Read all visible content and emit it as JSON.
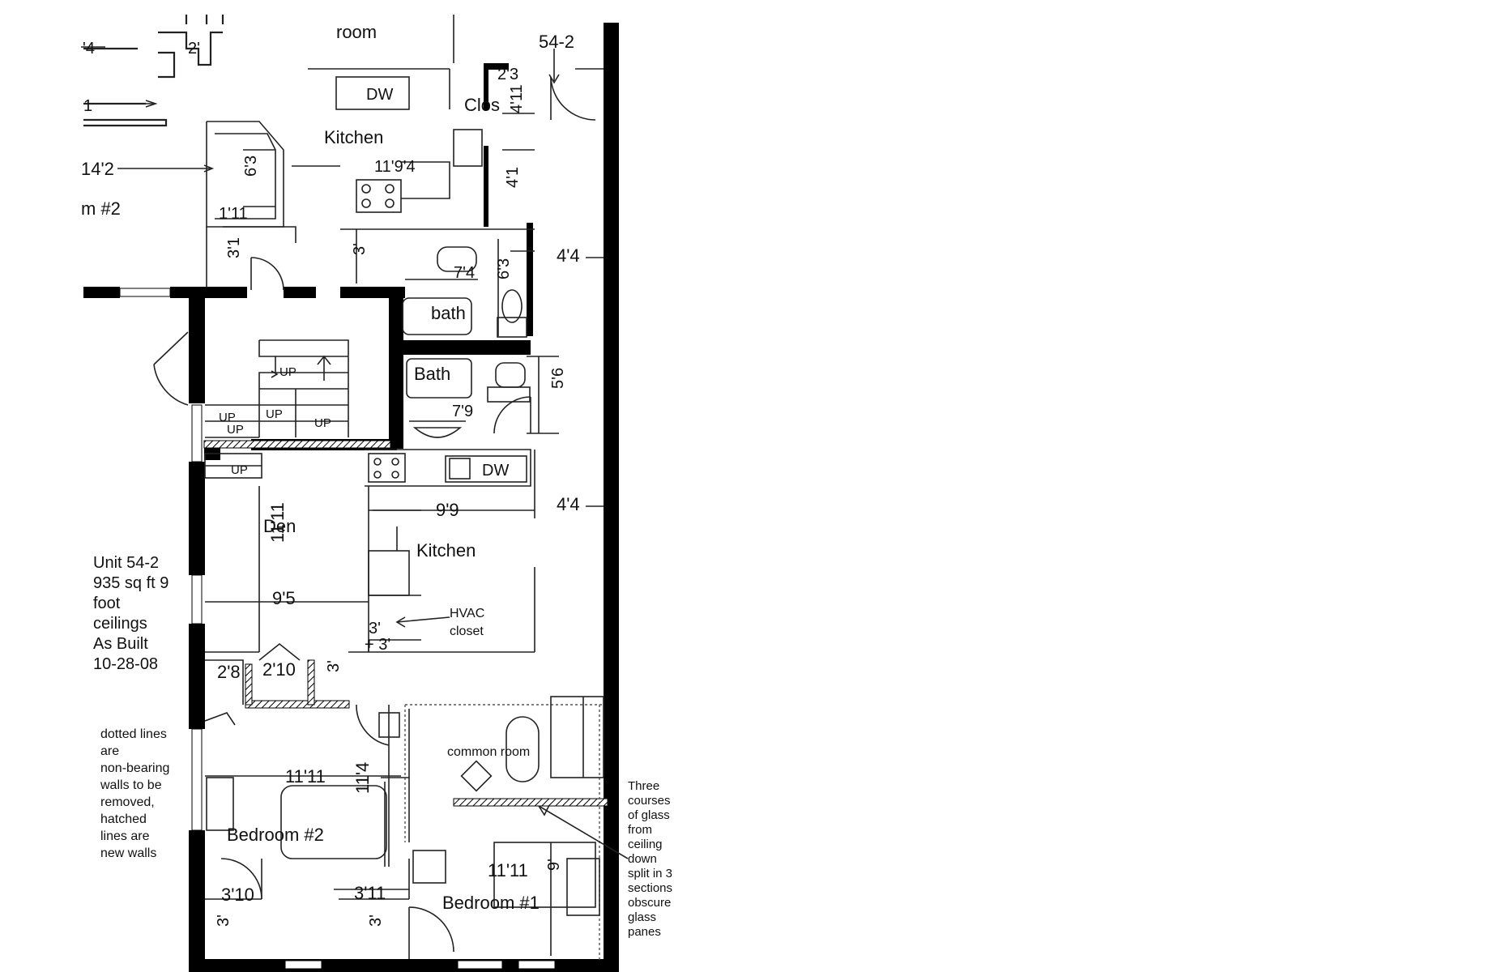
{
  "labels": {
    "room_top": "room",
    "unit_top": "54-2",
    "dim_2_3": "2'3",
    "dim_4_top": "'4",
    "dim_2_top": "2'",
    "dim_1": "1",
    "dim_14_2": "14'2",
    "room_2_partial": "m #2",
    "closet_partial": "Clos",
    "dw_top": "DW",
    "kitchen_top": "Kitchen",
    "dim_11_9_4": "11'9'4",
    "dim_6_3_left": "6'3",
    "dim_1_11": "1'11",
    "dim_3_1": "3'1",
    "dim_4_11": "4'11",
    "dim_4_1": "4'1",
    "dim_3_upper": "3'",
    "dim_7_4": "7'4",
    "dim_6_3_bath": "6'3",
    "dim_4_4_upper": "4'4",
    "bath_upper": "bath",
    "bath_lower": "Bath",
    "dim_7_9": "7'9",
    "dim_5_6": "5'6",
    "up_1": "UP",
    "up_2": "UP",
    "up_3": "UP",
    "up_4": "UP",
    "up_5": "UP",
    "up_6": "UP",
    "dw_lower": "DW",
    "dim_9_9": "9'9",
    "dim_4_4_lower": "4'4",
    "den": "Den",
    "dim_11_11_den": "11'11",
    "kitchen_lower": "Kitchen",
    "dim_9_5": "9'5",
    "hvac_1": "HVAC",
    "hvac_2": "closet",
    "dim_3_hvac_a": "3'",
    "dim_3_hvac_b": "+ 3'",
    "dim_2_8": "2'8",
    "dim_2_10": "2'10",
    "dim_3_hall": "3'",
    "common_room": "common room",
    "dim_11_11_bed2": "11'11",
    "dim_11_4": "11'4",
    "bedroom_2": "Bedroom #2",
    "dim_11_11_bed1": "11'11",
    "dim_9": "9'",
    "bedroom_1": "Bedroom #1",
    "dim_3_10": "3'10",
    "dim_3_11": "3'11",
    "dim_3_bl": "3'",
    "dim_3_bm": "3'"
  },
  "unit_note": [
    "Unit 54-2",
    "935 sq ft 9",
    "foot",
    "ceilings",
    "As Built",
    "10-28-08"
  ],
  "legend_note": [
    "dotted lines",
    "are",
    "non-bearing",
    "walls to be",
    "removed,",
    "hatched",
    "lines are",
    "new walls"
  ],
  "glass_note": [
    "Three",
    "courses",
    "of glass",
    "from",
    "ceiling",
    "down",
    "split in 3",
    "sections",
    "obscure",
    "glass",
    "panes"
  ]
}
